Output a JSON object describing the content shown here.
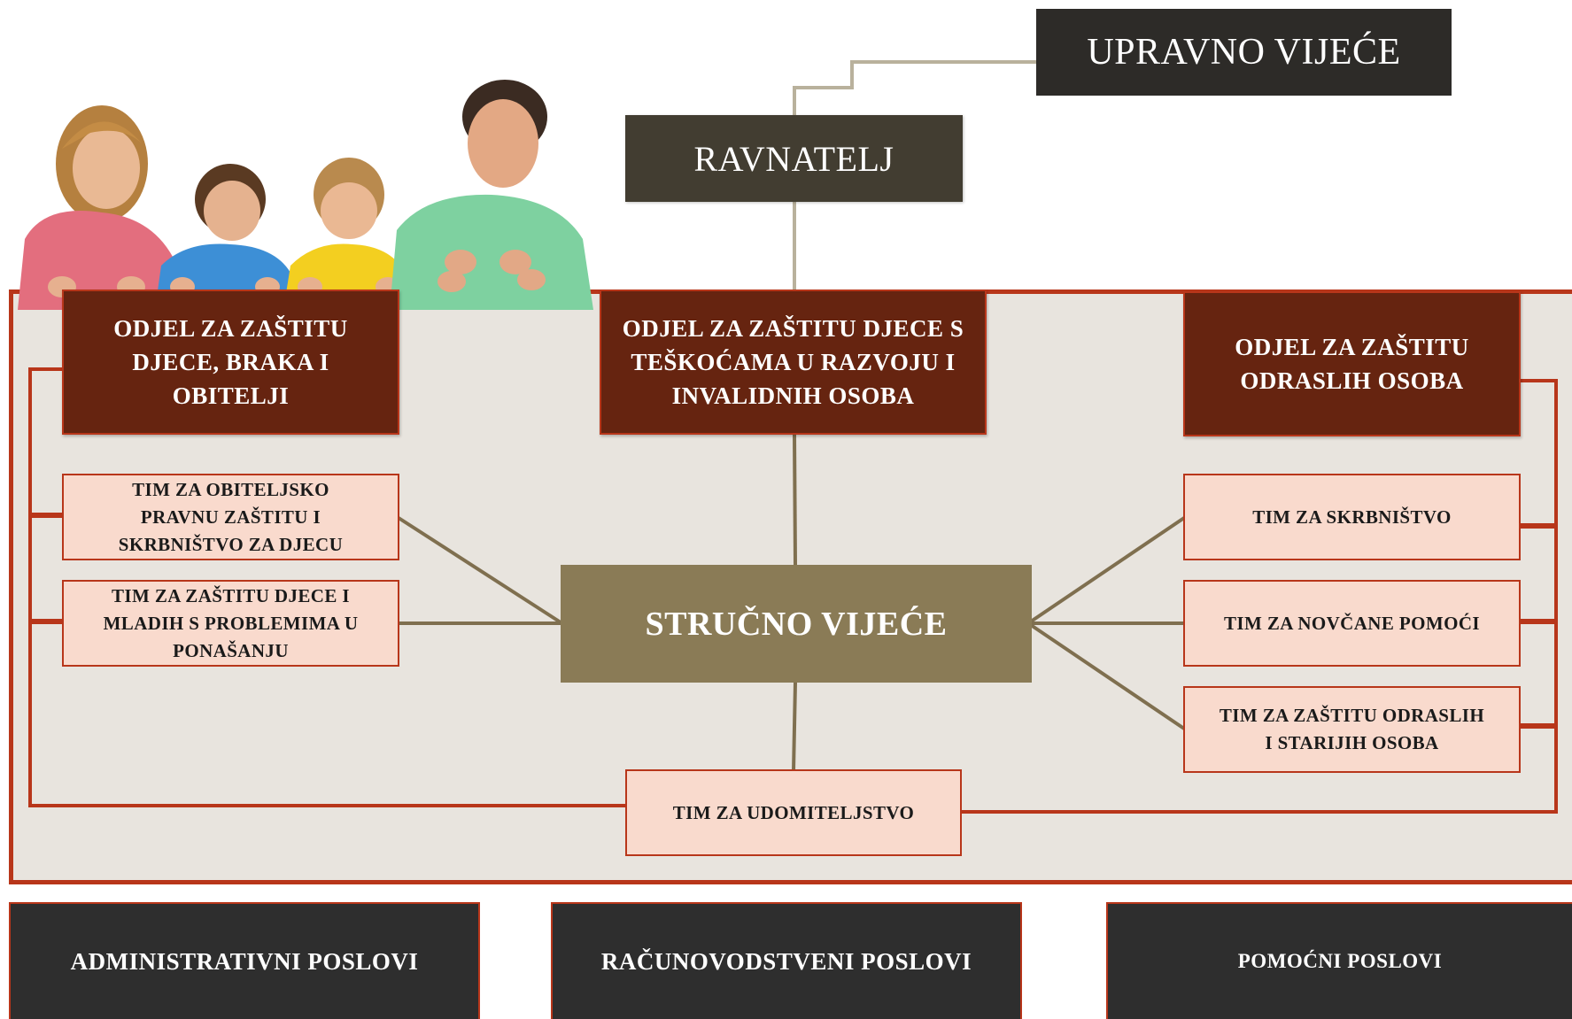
{
  "colors": {
    "accent": "#b8361a",
    "department_fill": "#662410",
    "team_fill": "#f9dacd",
    "council_fill": "#8a7b56",
    "dark": "#2d2b28",
    "panel": "#e8e4de"
  },
  "nodes": {
    "governing_board": "UPRAVNO VIJEĆE",
    "director": "RAVNATELJ",
    "expert_council": "STRUČNO VIJEĆE"
  },
  "departments": [
    "ODJEL ZA ZAŠTITU\nDJECE, BRAKA I\nOBITELJI",
    "ODJEL ZA ZAŠTITU DJECE S\nTEŠKOĆAMA U RAZVOJU I\nINVALIDNIH OSOBA",
    "ODJEL ZA ZAŠTITU\nODRASLIH OSOBA"
  ],
  "teams_left": [
    "TIM ZA OBITELJSKO\nPRAVNU ZAŠTITU I\nSKRBNIŠTVO  ZA  DJECU",
    "TIM ZA ZAŠTITU DJECE I\nMLADIH S PROBLEMIMA U\nPONAŠANJU"
  ],
  "teams_right": [
    "TIM ZA SKRBNIŠTVO",
    "TIM ZA NOVČANE POMOĆI",
    "TIM ZA ZAŠTITU ODRASLIH\nI STARIJIH OSOBA"
  ],
  "team_bottom": "TIM ZA UDOMITELJSTVO",
  "footer": [
    "ADMINISTRATIVNI POSLOVI",
    "RAČUNOVODSTVENI POSLOVI",
    "POMOĆNI POSLOVI"
  ]
}
